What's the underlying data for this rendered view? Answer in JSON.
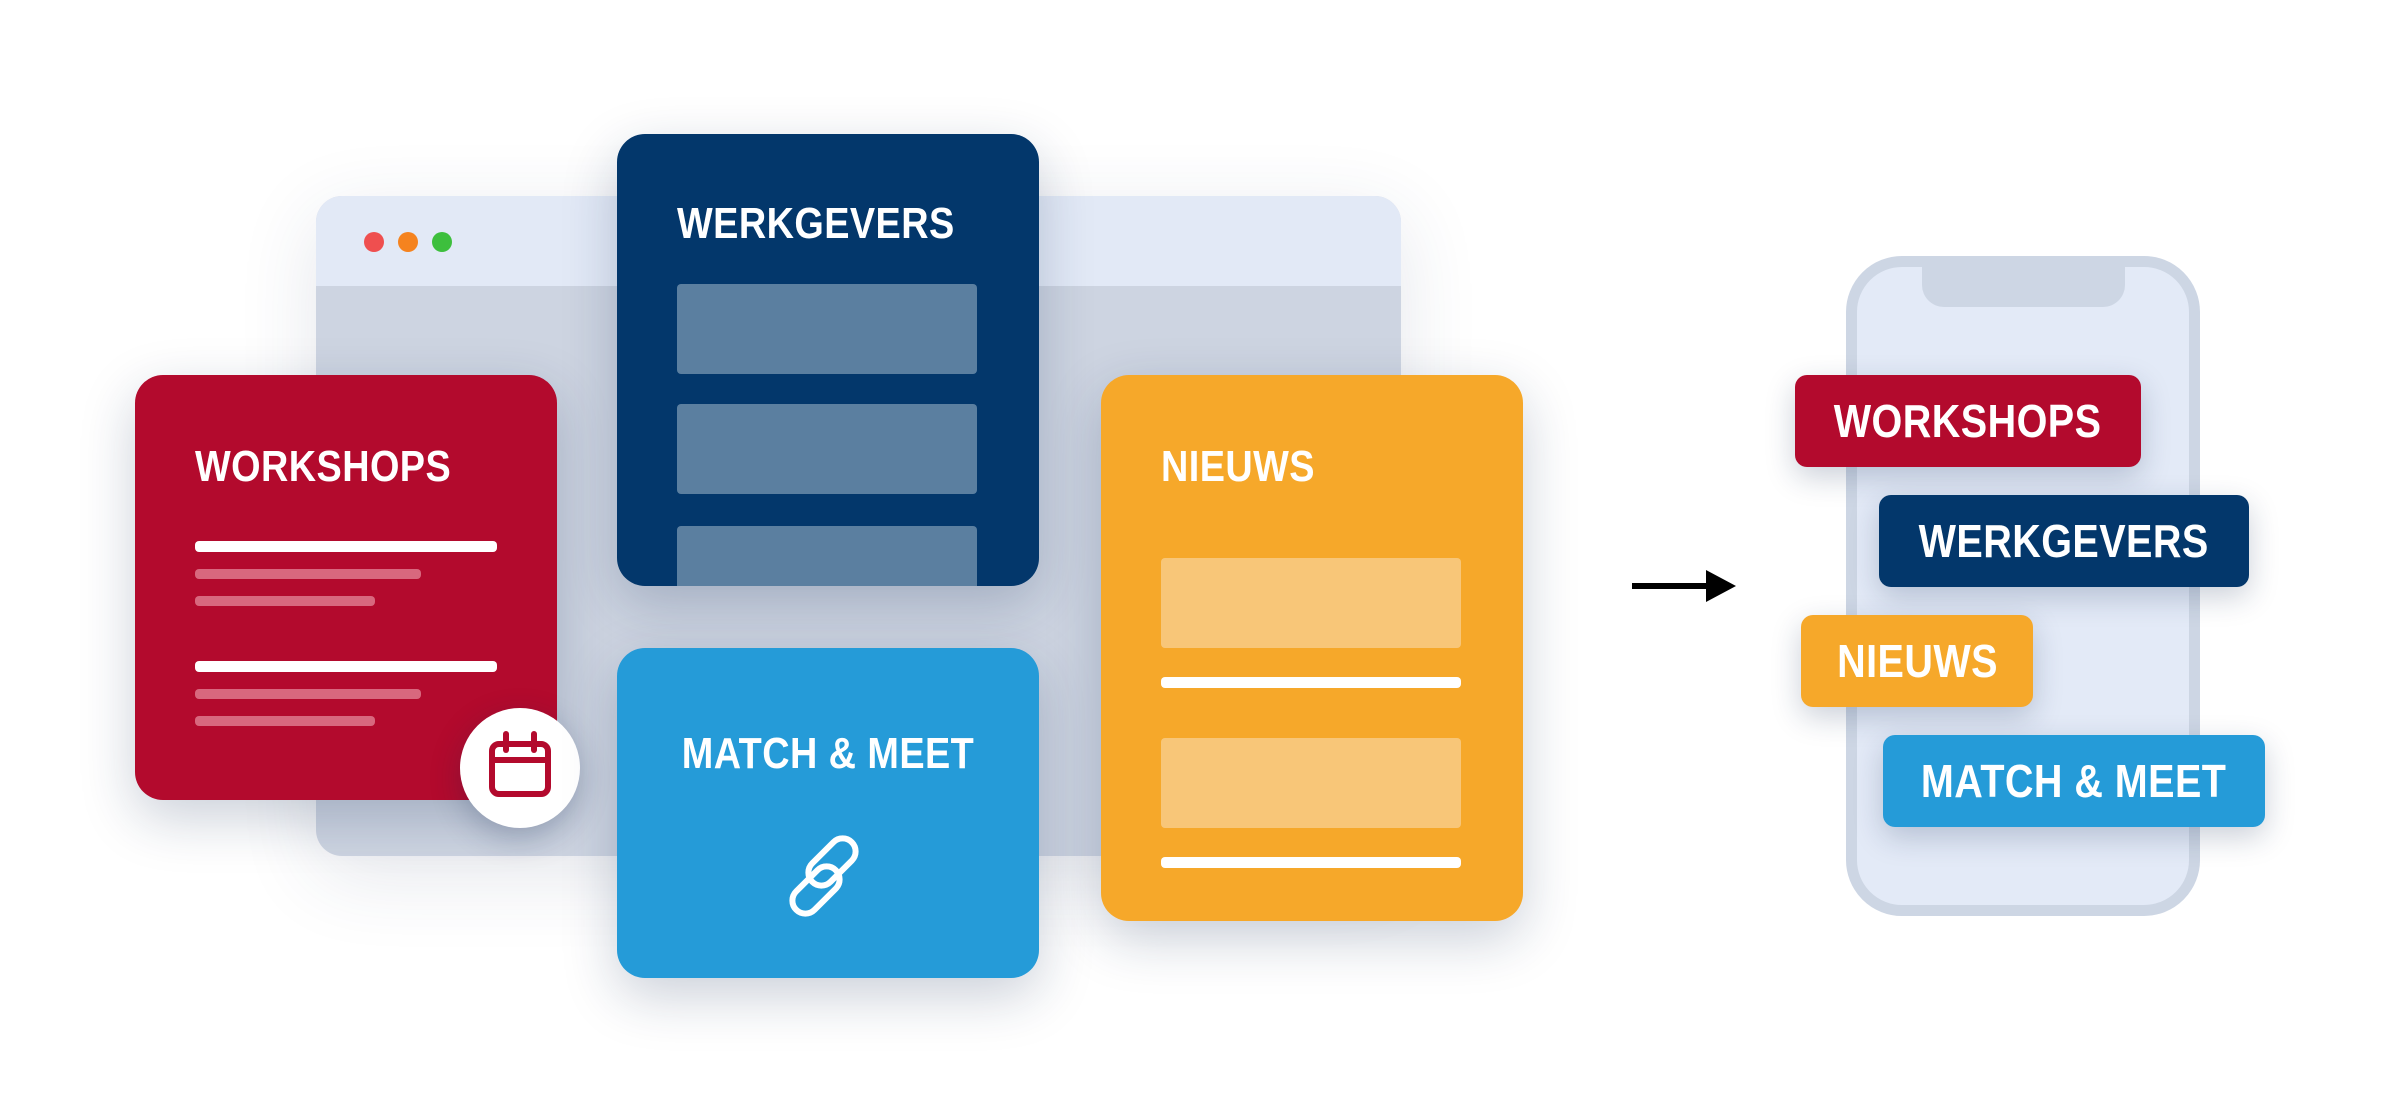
{
  "colors": {
    "red": "#b30a2d",
    "navy": "#03376b",
    "orange": "#f6a82a",
    "blue": "#259bd8",
    "window": "#cdd4e1",
    "window_bar": "#e2e9f6",
    "phone_frame": "#cdd6e4",
    "phone_screen": "#e3eaf7"
  },
  "browser": {
    "dots": [
      "#ef4f4f",
      "#f5831f",
      "#3dbf3d"
    ]
  },
  "cards": {
    "workshops": {
      "title": "WORKSHOPS",
      "icon": "calendar-icon"
    },
    "werkgevers": {
      "title": "WERKGEVERS"
    },
    "match_meet": {
      "title": "MATCH & MEET",
      "icon": "link-icon"
    },
    "nieuws": {
      "title": "NIEUWS"
    }
  },
  "arrow": {
    "icon": "arrow-right-icon"
  },
  "phone": {
    "tags": [
      {
        "label": "WORKSHOPS",
        "color": "#b30a2d"
      },
      {
        "label": "WERKGEVERS",
        "color": "#03376b"
      },
      {
        "label": "NIEUWS",
        "color": "#f6a82a"
      },
      {
        "label": "MATCH & MEET",
        "color": "#259bd8"
      }
    ]
  }
}
